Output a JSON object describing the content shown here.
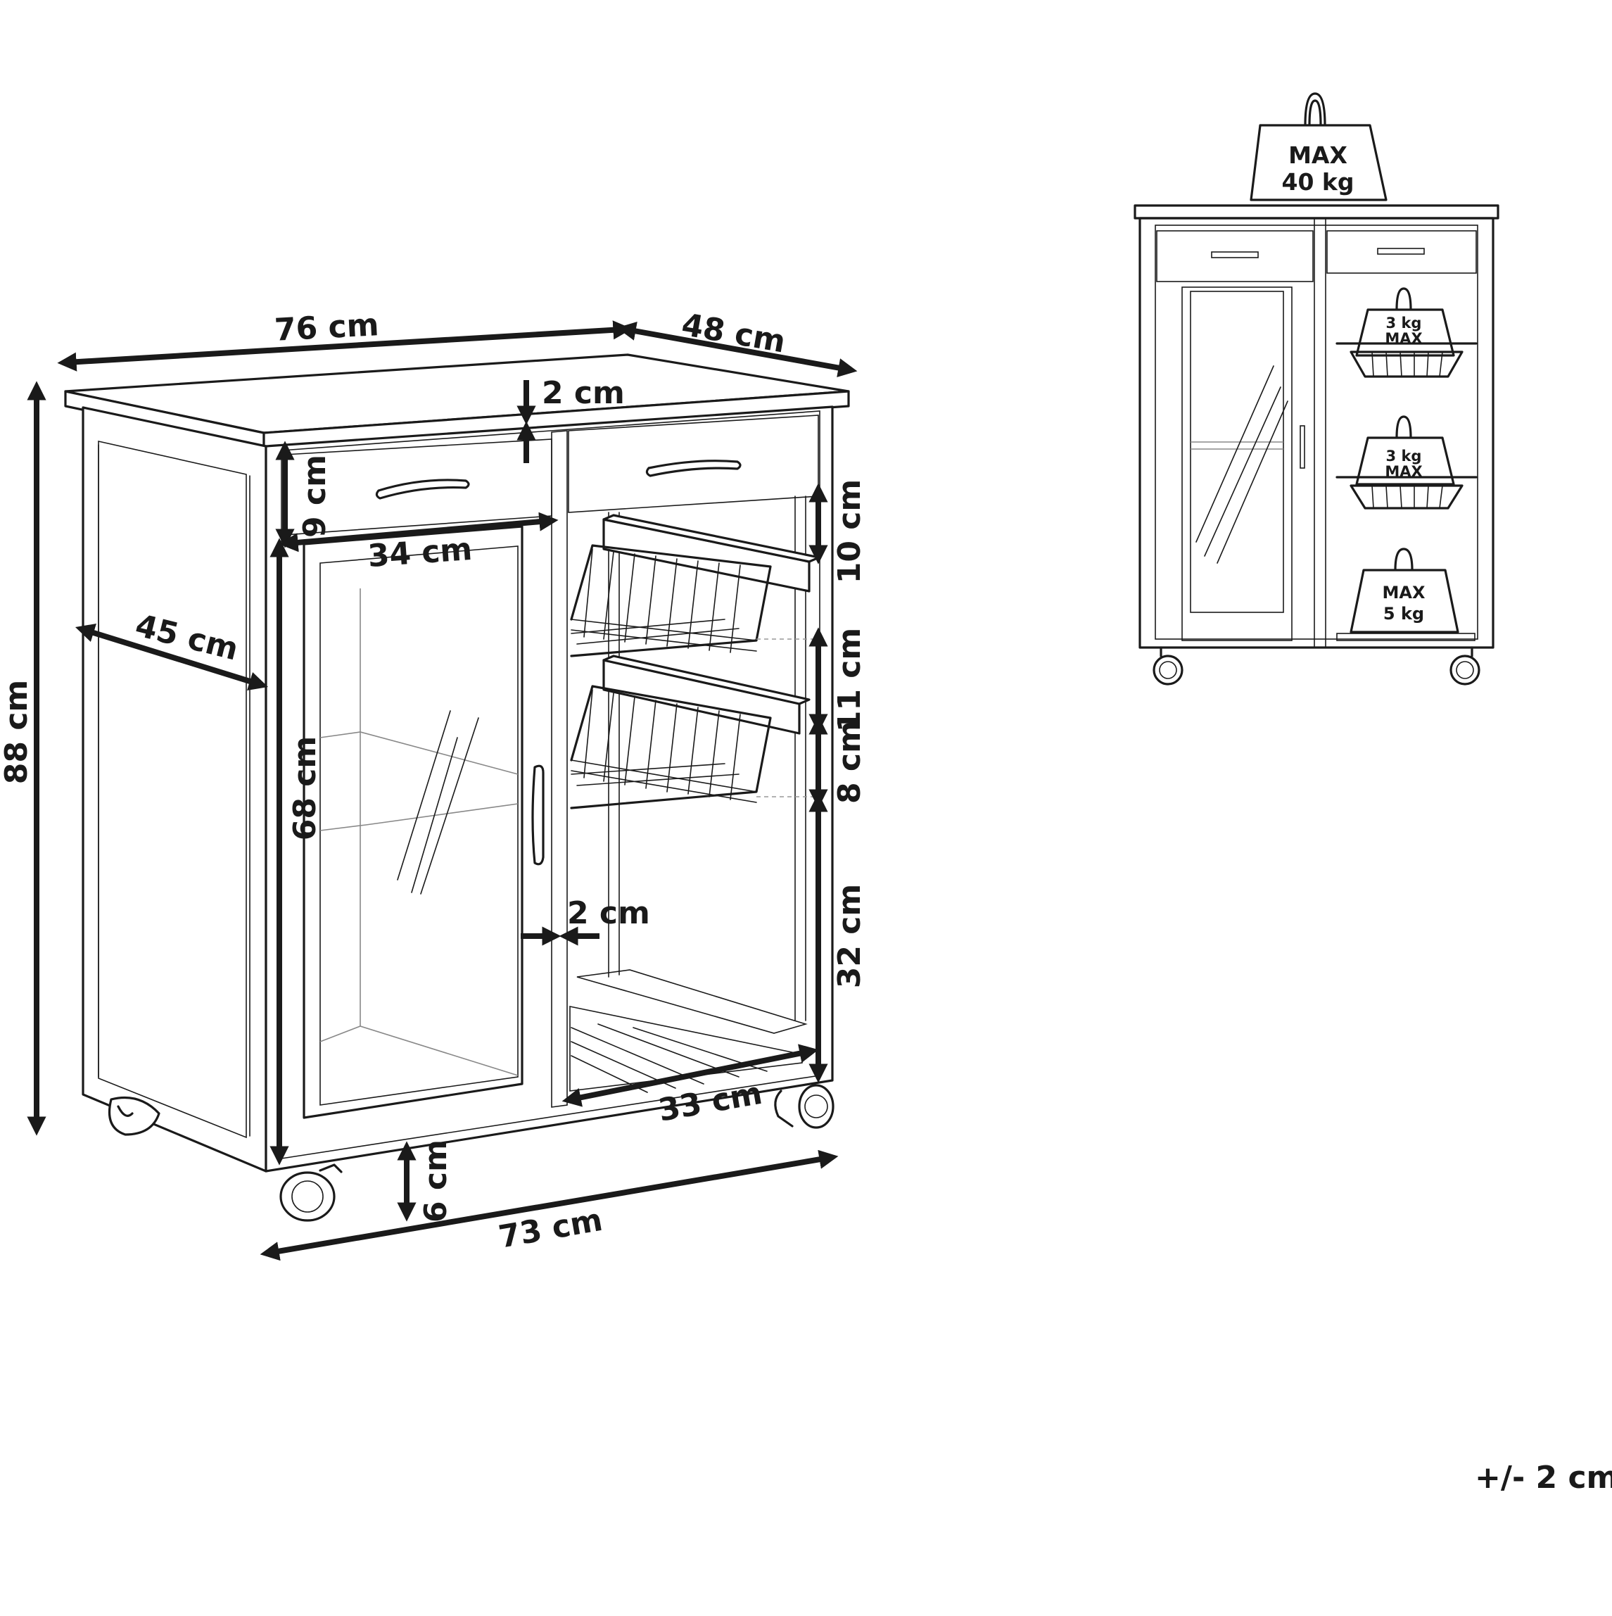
{
  "dimensions": {
    "width_top": "76 cm",
    "depth_top": "48 cm",
    "top_thickness": "2 cm",
    "height_total": "88 cm",
    "drawer_height": "9 cm",
    "door_width": "34 cm",
    "side_depth": "45 cm",
    "door_height": "68 cm",
    "gap_below_drawer": "10 cm",
    "basket_gap_upper": "11 cm",
    "basket_gap_lower": "8 cm",
    "bottom_shelf_gap": "32 cm",
    "panel_thickness": "2 cm",
    "bottom_rack_width": "33 cm",
    "wheel_height": "6 cm",
    "width_bottom": "73 cm"
  },
  "load": {
    "top_line1": "MAX",
    "top_line2": "40 kg",
    "basket1_line1": "3 kg",
    "basket1_line2": "MAX",
    "basket2_line1": "3 kg",
    "basket2_line2": "MAX",
    "bottom_line1": "MAX",
    "bottom_line2": "5 kg"
  },
  "tolerance": "+/- 2 cm"
}
